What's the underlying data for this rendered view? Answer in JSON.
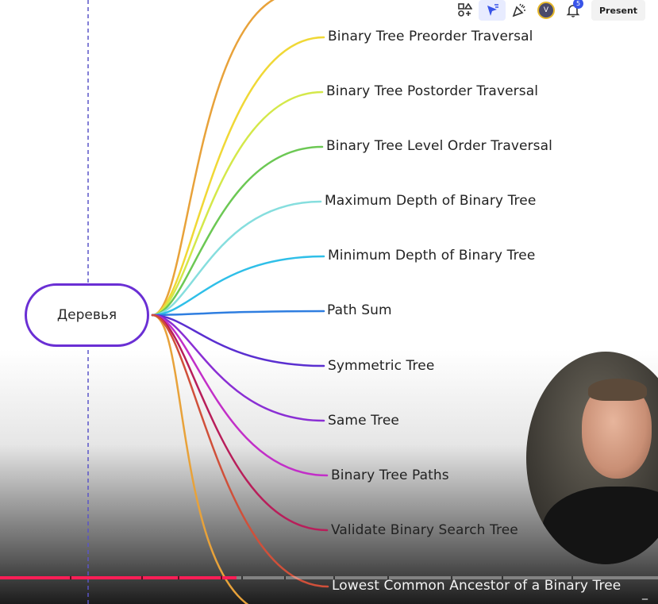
{
  "mindmap": {
    "center_label": "Деревья",
    "leaves": [
      {
        "label": "Binary Tree Preorder Traversal",
        "color": "#f0d836"
      },
      {
        "label": "Binary Tree Postorder Traversal",
        "color": "#d4e84a"
      },
      {
        "label": "Binary Tree Level Order Traversal",
        "color": "#6cc854"
      },
      {
        "label": "Maximum Depth of Binary Tree",
        "color": "#86dede"
      },
      {
        "label": "Minimum Depth of Binary Tree",
        "color": "#2fbfe8"
      },
      {
        "label": "Path Sum",
        "color": "#2f7ee0"
      },
      {
        "label": "Symmetric Tree",
        "color": "#5a2fd0"
      },
      {
        "label": "Same Tree",
        "color": "#8a2fd4"
      },
      {
        "label": "Binary Tree Paths",
        "color": "#c22fc8"
      },
      {
        "label": "Validate Binary Search Tree",
        "color": "#b81e5a"
      },
      {
        "label": "Lowest Common Ancestor of a Binary Tree",
        "color": "#d0503a"
      }
    ],
    "offscreen_branch_colors": [
      "#e8a23a",
      "#e8a23a"
    ],
    "guide_line_color": "#5a55c8"
  },
  "toolbar": {
    "shapes_icon": "shapes-icon",
    "cursor_icon": "cursor-icon",
    "celebrate_icon": "party-popper-icon",
    "avatar_initial": "V",
    "bell_icon": "bell-icon",
    "notification_count": "5",
    "present_label": "Present"
  },
  "video": {
    "progress_percent": 36,
    "minimize_glyph": "_"
  }
}
